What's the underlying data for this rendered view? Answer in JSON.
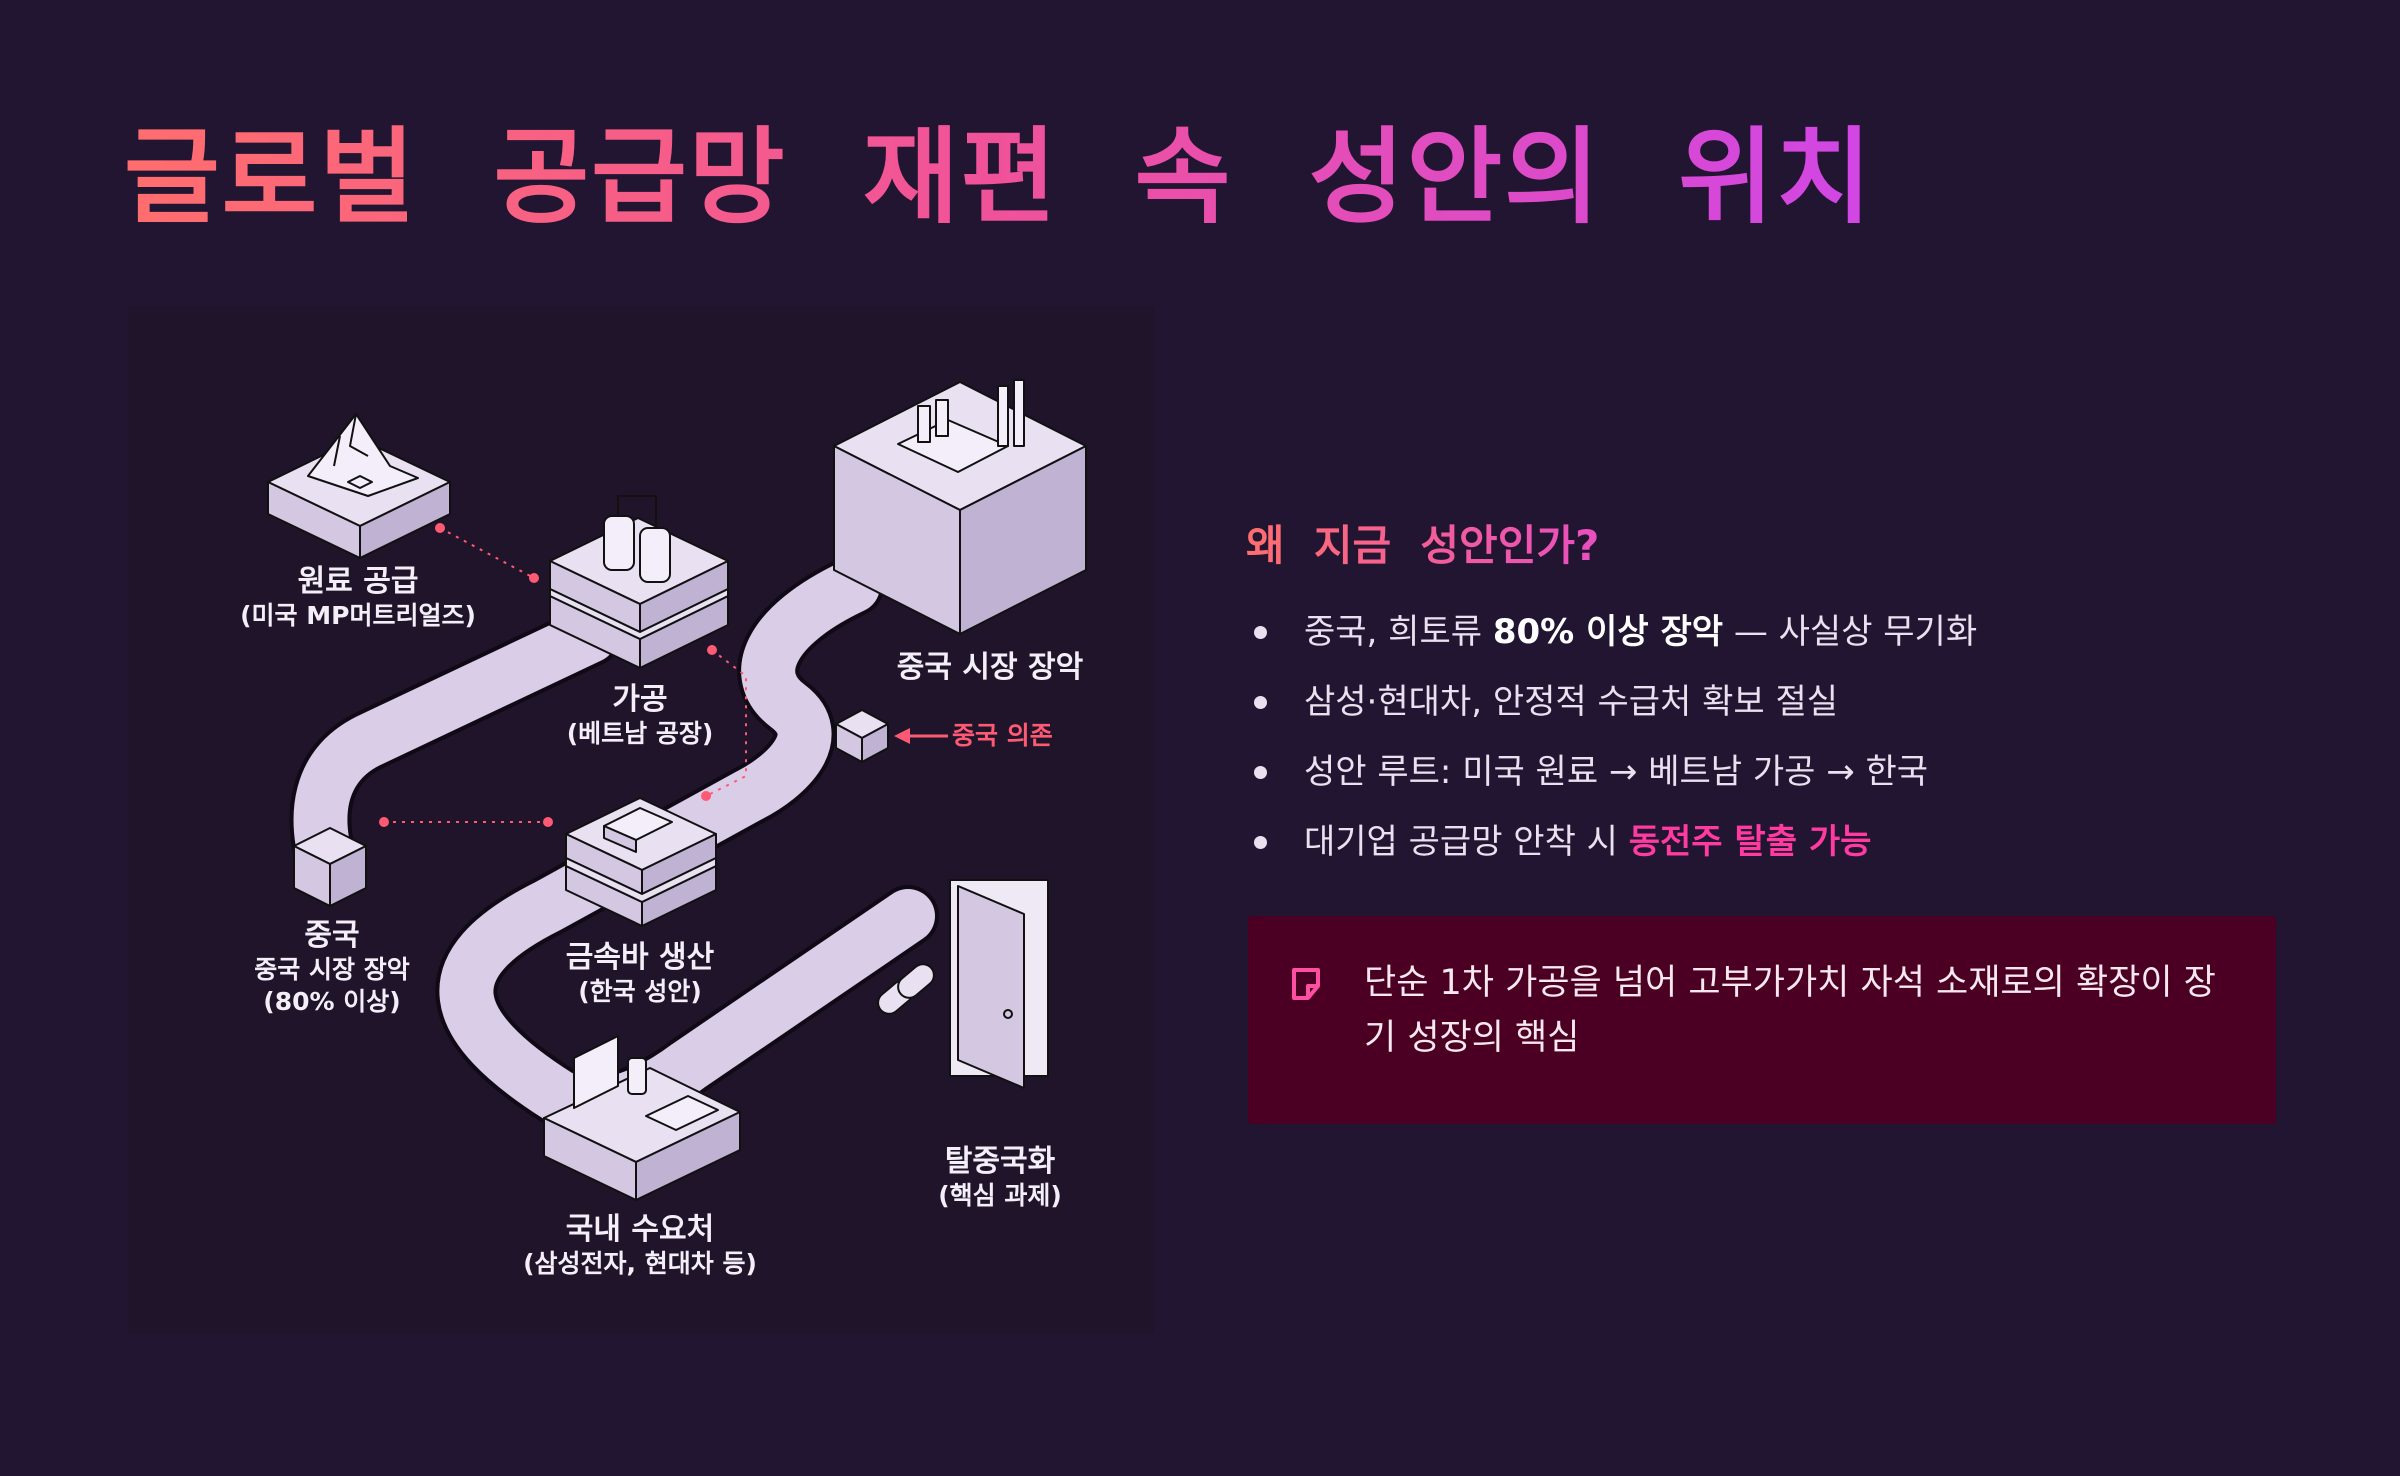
{
  "title": "글로벌  공급망  재편  속  성안의  위치",
  "diagram": {
    "nodes": {
      "raw_supply": {
        "title": "원료 공급",
        "sub": "(미국 MP머트리얼즈)"
      },
      "processing": {
        "title": "가공",
        "sub": "(베트남 공장)"
      },
      "china_market": {
        "title": "중국 시장 장악"
      },
      "china_dependency": {
        "label": "중국 의존"
      },
      "china": {
        "title": "중국",
        "sub1": "중국 시장 장악",
        "sub2": "(80% 이상)"
      },
      "metal_bar": {
        "title": "금속바 생산",
        "sub": "(한국 성안)"
      },
      "domestic_demand": {
        "title": "국내 수요처",
        "sub": "(삼성전자, 현대차 등)"
      },
      "de_china": {
        "title": "탈중국화",
        "sub": "(핵심 과제)"
      }
    },
    "colors": {
      "path": "#d9cde8",
      "accent_red": "#ff5a74",
      "face_top": "#e9e1f2",
      "face_side": "#cfc3df"
    }
  },
  "why": {
    "title": "왜  지금  성안인가?",
    "bullets": [
      {
        "pre": "중국, 희토류 ",
        "bold": "80% 이상 장악",
        "post": " — 사실상 무기화"
      },
      {
        "pre": "삼성·현대차, 안정적 수급처 확보 절실"
      },
      {
        "pre": "성안 루트: 미국 원료 → 베트남 가공 → 한국"
      },
      {
        "pre": "대기업 공급망 안착 시 ",
        "pink": "동전주 탈출 가능"
      }
    ]
  },
  "note": {
    "icon": "note-icon",
    "text": "단순 1차 가공을 넘어 고부가가치 자석 소재로의 확장이 장기 성장의 핵심"
  }
}
